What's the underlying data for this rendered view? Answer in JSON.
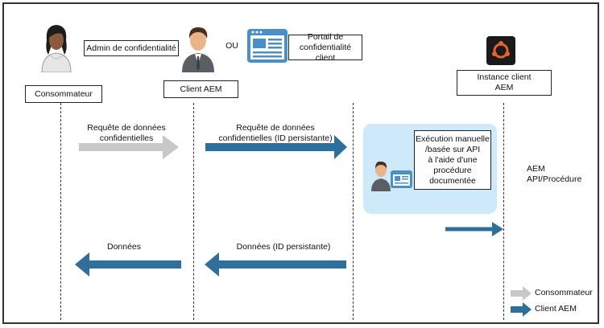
{
  "actors": {
    "consumer_label": "Consommateur",
    "client_label": "Client AEM",
    "instance_label": "Instance client\nAEM"
  },
  "top": {
    "admin_box": "Admin de confidentialité",
    "ou": "OU",
    "portal_box": "Portail de\nconfidentialité client"
  },
  "flows": {
    "request1": "Requête de données\nconfidentielles",
    "request2": "Requête de données\nconfidentielles (ID persistante)",
    "execution_box": "Exécution manuelle\n/basée sur API\nà l'aide d'une\nprocédure\ndocumentée",
    "aem_api": "AEM\nAPI/Procédure",
    "data1": "Données",
    "data2": "Données (ID persistante)"
  },
  "legend": {
    "consumer": "Consommateur",
    "client": "Client AEM"
  },
  "colors": {
    "gray_arrow": "#c8c8c8",
    "blue_arrow": "#2e6f9e",
    "panel": "#cde9fa",
    "aem_logo": "#e8622c"
  },
  "icons": [
    "person-female-icon",
    "person-male-icon",
    "web-portal-icon",
    "aem-logo-icon"
  ]
}
